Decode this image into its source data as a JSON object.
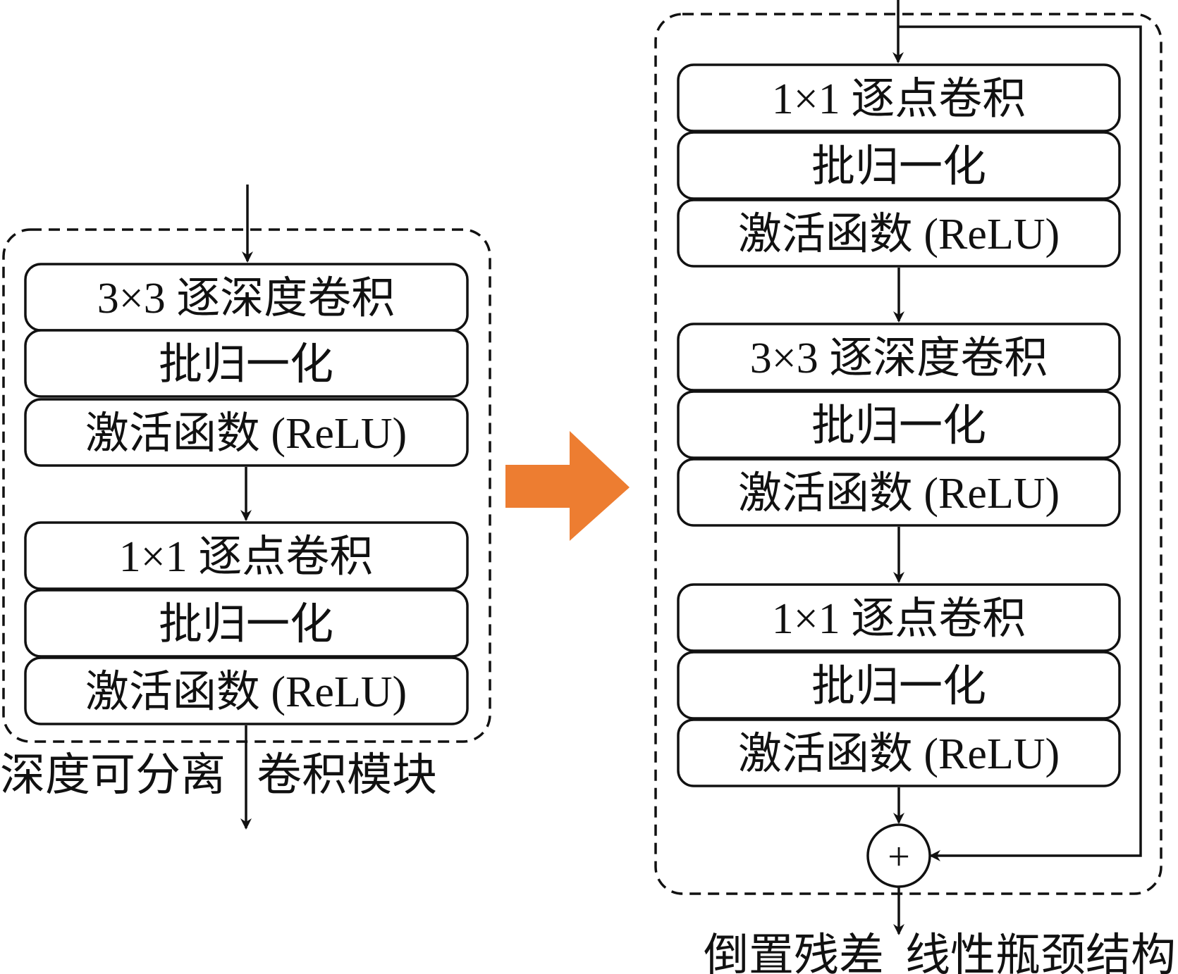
{
  "left_module": {
    "caption_part1": "深度可分离",
    "caption_part2": "卷积模块",
    "blocks": [
      {
        "layers": [
          "3×3 逐深度卷积",
          "批归一化",
          "激活函数 (ReLU)"
        ]
      },
      {
        "layers": [
          "1×1 逐点卷积",
          "批归一化",
          "激活函数 (ReLU)"
        ]
      }
    ]
  },
  "right_module": {
    "caption_part1": "倒置残差",
    "caption_part2": "线性瓶颈结构",
    "blocks": [
      {
        "layers": [
          "1×1 逐点卷积",
          "批归一化",
          "激活函数 (ReLU)"
        ]
      },
      {
        "layers": [
          "3×3 逐深度卷积",
          "批归一化",
          "激活函数 (ReLU)"
        ]
      },
      {
        "layers": [
          "1×1 逐点卷积",
          "批归一化",
          "激活函数 (ReLU)"
        ]
      }
    ],
    "add_symbol": "+"
  },
  "transform_arrow_color": "#ED7D31",
  "line_color": "#111111"
}
